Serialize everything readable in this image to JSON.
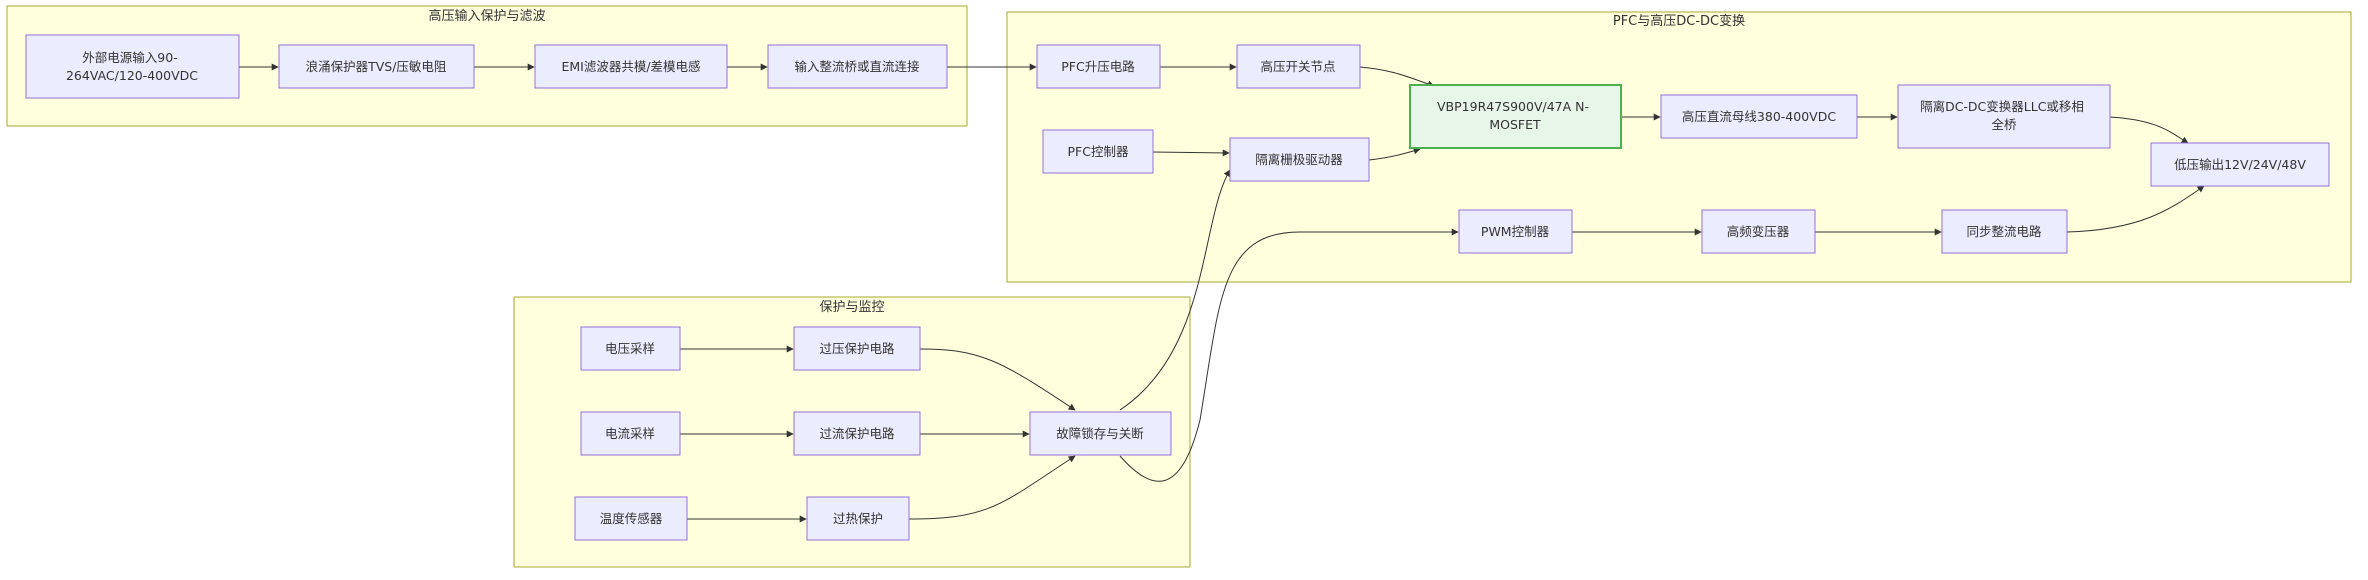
{
  "clusters": {
    "input": {
      "title": "高压输入保护与滤波"
    },
    "pfc": {
      "title": "PFC与高压DC-DC变换"
    },
    "protect": {
      "title": "保护与监控"
    }
  },
  "nodes": {
    "power_input": {
      "lines": [
        "外部电源输入90-",
        "264VAC/120-400VDC"
      ]
    },
    "surge": {
      "lines": [
        "浪涌保护器TVS/压敏电阻"
      ]
    },
    "emi": {
      "lines": [
        "EMI滤波器共模/差模电感"
      ]
    },
    "rectifier": {
      "lines": [
        "输入整流桥或直流连接"
      ]
    },
    "pfc_boost": {
      "lines": [
        "PFC升压电路"
      ]
    },
    "hv_switch": {
      "lines": [
        "高压开关节点"
      ]
    },
    "mosfet": {
      "lines": [
        "VBP19R47S900V/47A N-",
        "MOSFET"
      ]
    },
    "hv_bus": {
      "lines": [
        "高压直流母线380-400VDC"
      ]
    },
    "isolated_dcdc": {
      "lines": [
        "隔离DC-DC变换器LLC或移相",
        "全桥"
      ]
    },
    "lv_output": {
      "lines": [
        "低压输出12V/24V/48V"
      ]
    },
    "pfc_ctrl": {
      "lines": [
        "PFC控制器"
      ]
    },
    "gate_driver": {
      "lines": [
        "隔离栅极驱动器"
      ]
    },
    "pwm_ctrl": {
      "lines": [
        "PWM控制器"
      ]
    },
    "hf_transformer": {
      "lines": [
        "高频变压器"
      ]
    },
    "sync_rect": {
      "lines": [
        "同步整流电路"
      ]
    },
    "v_sample": {
      "lines": [
        "电压采样"
      ]
    },
    "ovp": {
      "lines": [
        "过压保护电路"
      ]
    },
    "i_sample": {
      "lines": [
        "电流采样"
      ]
    },
    "ocp": {
      "lines": [
        "过流保护电路"
      ]
    },
    "temp_sensor": {
      "lines": [
        "温度传感器"
      ]
    },
    "otp": {
      "lines": [
        "过热保护"
      ]
    },
    "fault_latch": {
      "lines": [
        "故障锁存与关断"
      ]
    }
  },
  "edges": [
    [
      "power_input",
      "surge"
    ],
    [
      "surge",
      "emi"
    ],
    [
      "emi",
      "rectifier"
    ],
    [
      "rectifier",
      "pfc_boost"
    ],
    [
      "pfc_boost",
      "hv_switch"
    ],
    [
      "hv_switch",
      "mosfet"
    ],
    [
      "mosfet",
      "hv_bus"
    ],
    [
      "hv_bus",
      "isolated_dcdc"
    ],
    [
      "isolated_dcdc",
      "lv_output"
    ],
    [
      "pfc_ctrl",
      "gate_driver"
    ],
    [
      "gate_driver",
      "mosfet"
    ],
    [
      "pwm_ctrl",
      "hf_transformer"
    ],
    [
      "hf_transformer",
      "sync_rect"
    ],
    [
      "sync_rect",
      "lv_output"
    ],
    [
      "v_sample",
      "ovp"
    ],
    [
      "i_sample",
      "ocp"
    ],
    [
      "temp_sensor",
      "otp"
    ],
    [
      "ovp",
      "fault_latch"
    ],
    [
      "ocp",
      "fault_latch"
    ],
    [
      "otp",
      "fault_latch"
    ],
    [
      "fault_latch",
      "gate_driver"
    ],
    [
      "fault_latch",
      "pwm_ctrl"
    ]
  ],
  "colors": {
    "cluster_fill": "#ffffde",
    "cluster_stroke": "#aaaa33",
    "node_fill": "#ececff",
    "node_stroke": "#9370db",
    "highlight_fill": "#e8f5e9",
    "highlight_stroke": "#4caf50",
    "edge": "#333333"
  }
}
